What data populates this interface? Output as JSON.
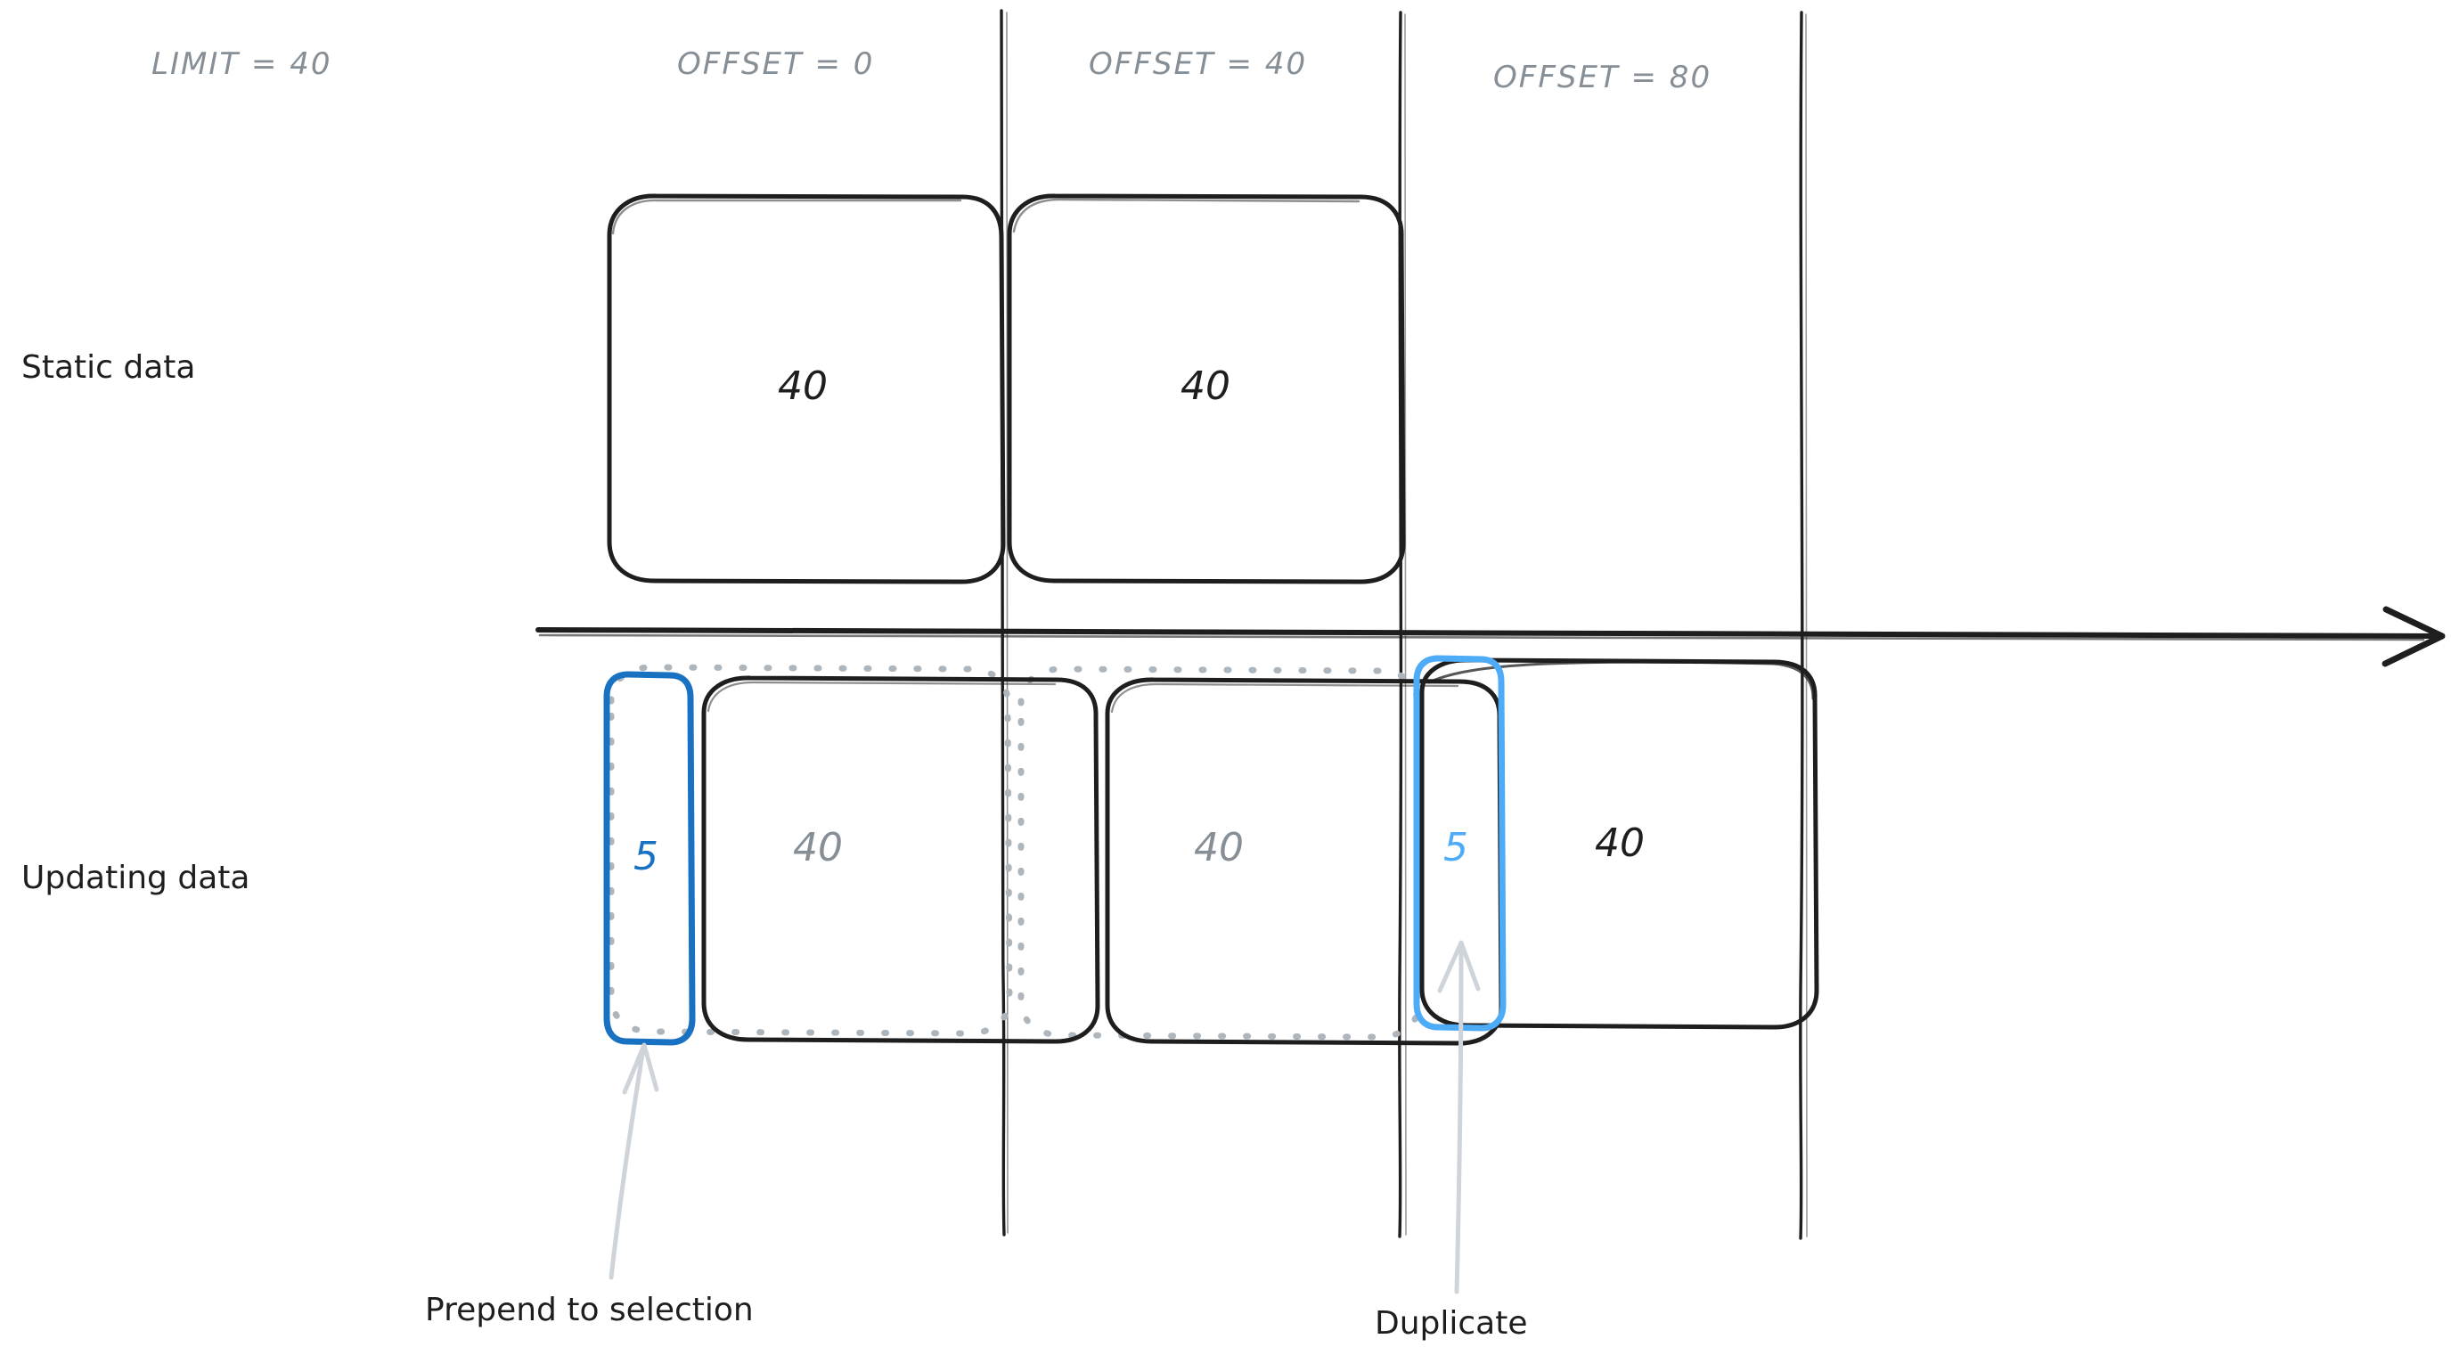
{
  "diagram": {
    "title_label": "LIMIT = 40",
    "columns": [
      {
        "label": "OFFSET = 0"
      },
      {
        "label": "OFFSET = 40"
      },
      {
        "label": "OFFSET = 80"
      }
    ],
    "rows": [
      {
        "label": "Static data"
      },
      {
        "label": "Updating data"
      }
    ],
    "static_row": {
      "pages": [
        {
          "value": "40",
          "color": "#1e1e1e"
        },
        {
          "value": "40",
          "color": "#1e1e1e"
        }
      ]
    },
    "updating_row": {
      "prepended": {
        "value": "5",
        "color": "#1971c2"
      },
      "pages": [
        {
          "value": "40",
          "color": "#868e96"
        },
        {
          "value": "40",
          "color": "#868e96"
        }
      ],
      "duplicate": {
        "value": "5",
        "color": "#4dabf7"
      },
      "last_page": {
        "value": "40",
        "color": "#1e1e1e"
      }
    },
    "annotations": [
      {
        "label": "Prepend to selection"
      },
      {
        "label": "Duplicate"
      }
    ],
    "colors": {
      "ink": "#1e1e1e",
      "muted": "#868e96",
      "ghost": "#adb5bd",
      "blue_dark": "#1971c2",
      "blue_light": "#4dabf7",
      "arrow_gray": "#ced4da",
      "background": "#ffffff"
    },
    "timeline": {
      "axis_label": ""
    }
  }
}
